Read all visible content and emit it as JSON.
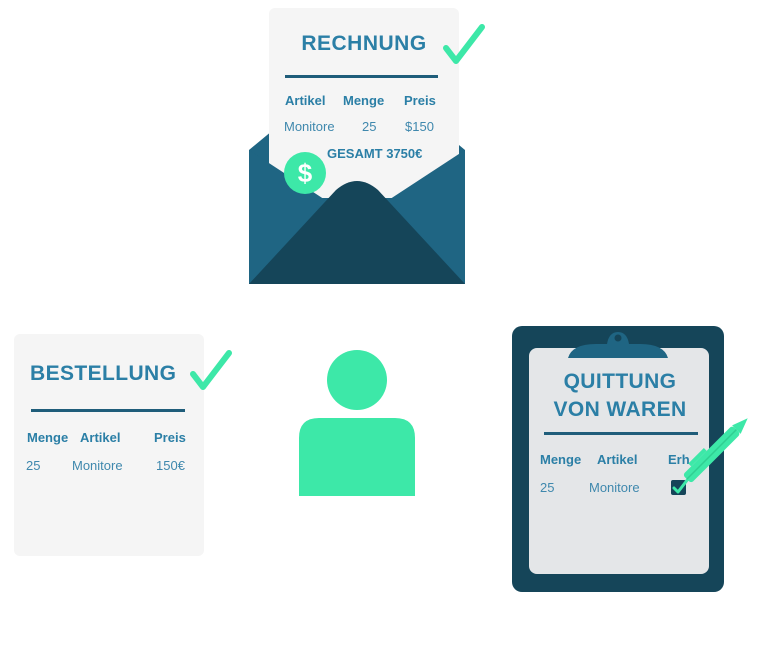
{
  "invoice": {
    "title": "RECHNUNG",
    "headers": [
      "Artikel",
      "Menge",
      "Preis"
    ],
    "row": [
      "Monitore",
      "25",
      "$150"
    ],
    "total": "GESAMT 3750€",
    "icon": "dollar-coin-icon",
    "icon_glyph": "$"
  },
  "order": {
    "title": "BESTELLUNG",
    "headers": [
      "Menge",
      "Artikel",
      "Preis"
    ],
    "row": [
      "25",
      "Monitore",
      "150€"
    ]
  },
  "receipt": {
    "title_line1": "QUITTUNG",
    "title_line2": "VON WAREN",
    "headers": [
      "Menge",
      "Artikel",
      "Erh"
    ],
    "row": [
      "25",
      "Monitore"
    ]
  },
  "colors": {
    "accent_green": "#3de8a8",
    "title_blue": "#2b7fa6",
    "navy": "#154559",
    "envelope_blue": "#1f6583",
    "paper": "#f5f5f5"
  }
}
